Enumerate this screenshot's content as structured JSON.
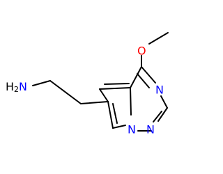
{
  "molecule": {
    "atoms": {
      "amine": {
        "symbol": "H",
        "subscript": "2",
        "element": "N",
        "color": "#000000",
        "element_color": "#0000ff"
      },
      "methoxy_oxygen": {
        "symbol": "O",
        "color": "#ff0000"
      },
      "ring_n_upper": {
        "symbol": "N",
        "color": "#0000ff"
      },
      "ring_n_lower": {
        "symbol": "N",
        "color": "#0000ff"
      },
      "ring_n_bridge": {
        "symbol": "N",
        "color": "#0000ff"
      }
    }
  }
}
